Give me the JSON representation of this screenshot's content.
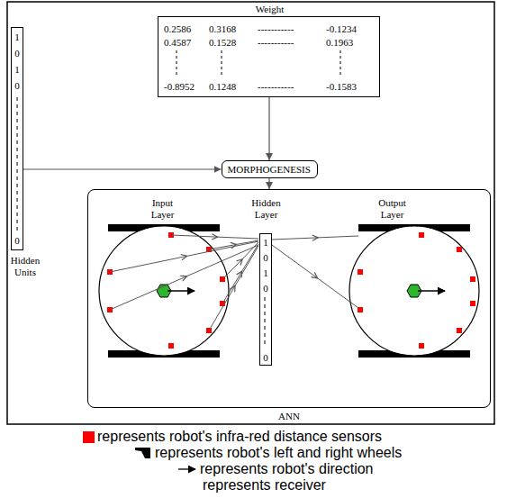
{
  "diagram": {
    "nodes": [
      {
        "text": [
          "Weight",
          "0.2586",
          "0.3168",
          "-----------",
          "-0.1234",
          "0.4587",
          "0.1528",
          "-----------",
          "0.1963",
          "-0.8952",
          "0.1248",
          "-----------",
          "-0.1583"
        ]
      },
      {
        "text": [
          "1",
          "0",
          "1",
          "0",
          "0",
          "Hidden Units"
        ]
      },
      {
        "text": [
          "MORPHOGENESIS"
        ]
      },
      {
        "text": [
          "Input Layer",
          "Hidden Layer",
          "Output Layer",
          "ANN"
        ]
      },
      {
        "text": [
          "1",
          "0",
          "1",
          "0",
          "0"
        ],
        "in": 3
      }
    ],
    "edges": [
      {
        "from": 0,
        "to": 2,
        "arrow": "to"
      },
      {
        "from": 1,
        "to": 2,
        "arrow": "to"
      },
      {
        "from": 2,
        "to": 3,
        "arrow": "to"
      }
    ],
    "legend": [
      {
        "text": "represents robot's infra-red distance sensors",
        "color": "#ff0000"
      },
      {
        "text": "represents robot's left and right wheels"
      },
      {
        "text": "represents robot's direction"
      },
      {
        "text": "represents receiver"
      }
    ]
  }
}
